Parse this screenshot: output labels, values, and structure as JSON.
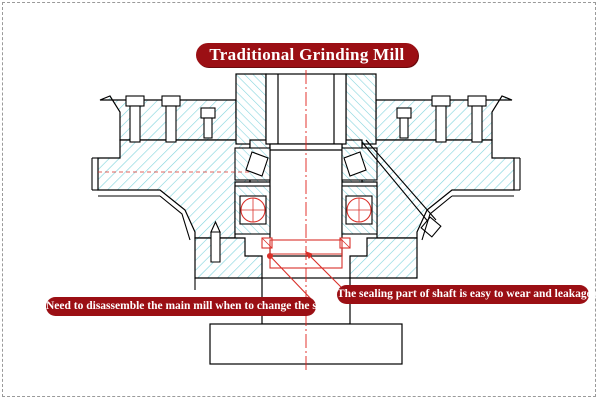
{
  "title": "Traditional Grinding Mill",
  "callouts": {
    "left": "Need to disassemble the main mill when to change the seal",
    "right": "The sealing part of shaft is easy to wear and leakage oil"
  },
  "colors": {
    "accent": "#9b0f14",
    "hatch": "#7fd3dc",
    "line": "#000000",
    "centerline": "#e0201a"
  }
}
